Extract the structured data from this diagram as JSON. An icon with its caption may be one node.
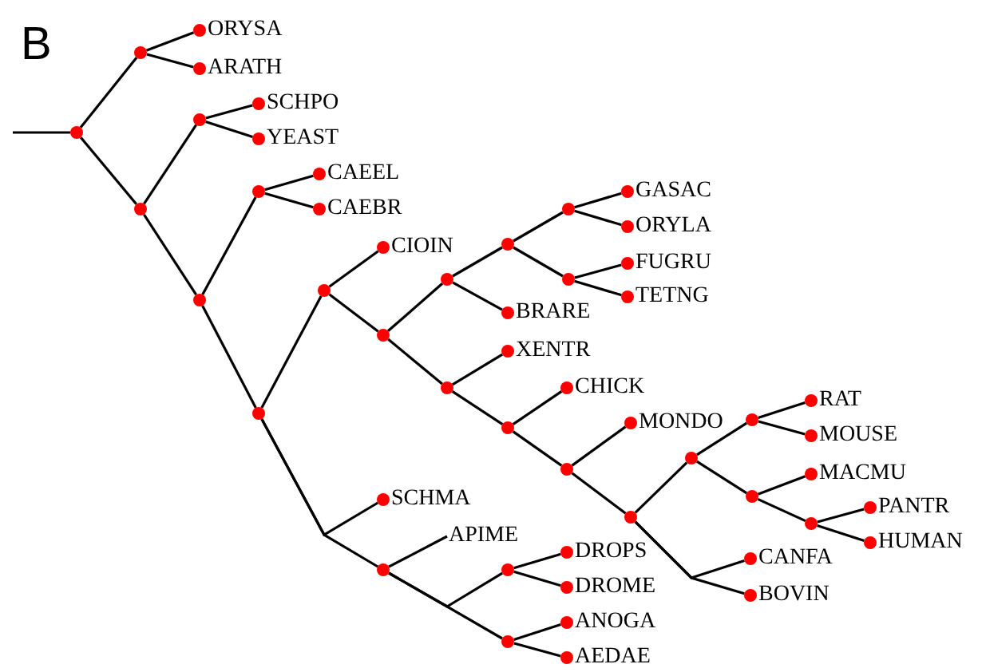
{
  "diagram": {
    "nodes": [
      {
        "text": [],
        "shape": "circle"
      },
      {
        "text": [],
        "shape": "circle"
      },
      {
        "text": [
          "ORYSA"
        ]
      },
      {
        "text": [
          "ARATH"
        ]
      },
      {
        "text": [],
        "shape": "circle"
      },
      {
        "text": [],
        "shape": "circle"
      },
      {
        "text": [
          "SCHPO"
        ]
      },
      {
        "text": [
          "YEAST"
        ]
      },
      {
        "text": [],
        "shape": "circle"
      },
      {
        "text": [],
        "shape": "circle"
      },
      {
        "text": [
          "CAEEL"
        ]
      },
      {
        "text": [
          "CAEBR"
        ]
      },
      {
        "text": [],
        "shape": "circle"
      },
      {
        "text": [],
        "shape": "circle"
      },
      {
        "text": [
          "CIOIN"
        ]
      },
      {
        "text": [],
        "shape": "circle"
      },
      {
        "text": [],
        "shape": "circle"
      },
      {
        "text": [],
        "shape": "circle"
      },
      {
        "text": [],
        "shape": "circle"
      },
      {
        "text": [
          "GASAC"
        ]
      },
      {
        "text": [
          "ORYLA"
        ]
      },
      {
        "text": [],
        "shape": "circle"
      },
      {
        "text": [
          "FUGRU"
        ]
      },
      {
        "text": [
          "TETNG"
        ]
      },
      {
        "text": [
          "BRARE"
        ]
      },
      {
        "text": [],
        "shape": "circle"
      },
      {
        "text": [
          "XENTR"
        ]
      },
      {
        "text": [],
        "shape": "circle"
      },
      {
        "text": [
          "CHICK"
        ]
      },
      {
        "text": [],
        "shape": "circle"
      },
      {
        "text": [
          "MONDO"
        ]
      },
      {
        "text": [],
        "shape": "circle"
      },
      {
        "text": [],
        "shape": "circle"
      },
      {
        "text": [],
        "shape": "circle"
      },
      {
        "text": [
          "RAT"
        ]
      },
      {
        "text": [
          "MOUSE"
        ]
      },
      {
        "text": [],
        "shape": "circle"
      },
      {
        "text": [
          "MACMU"
        ]
      },
      {
        "text": [],
        "shape": "circle"
      },
      {
        "text": [
          "PANTR"
        ]
      },
      {
        "text": [
          "HUMAN"
        ]
      },
      {
        "text": [
          "CANFA"
        ]
      },
      {
        "text": [
          "BOVIN"
        ]
      },
      {
        "text": [
          "SCHMA"
        ]
      },
      {
        "text": [],
        "shape": "circle"
      },
      {
        "text": [
          "APIME"
        ]
      },
      {
        "text": [],
        "shape": "circle"
      },
      {
        "text": [
          "DROPS"
        ]
      },
      {
        "text": [
          "DROME"
        ]
      },
      {
        "text": [],
        "shape": "circle"
      },
      {
        "text": [
          "ANOGA"
        ]
      },
      {
        "text": [
          "AEDAE"
        ]
      }
    ],
    "edges": [
      {
        "from": null,
        "to": 0,
        "arrow": "none"
      },
      {
        "from": 0,
        "to": 1,
        "arrow": "none"
      },
      {
        "from": 1,
        "to": 2,
        "arrow": "none"
      },
      {
        "from": 1,
        "to": 3,
        "arrow": "none"
      },
      {
        "from": 0,
        "to": 4,
        "arrow": "none"
      },
      {
        "from": 4,
        "to": 5,
        "arrow": "none"
      },
      {
        "from": 5,
        "to": 6,
        "arrow": "none"
      },
      {
        "from": 5,
        "to": 7,
        "arrow": "none"
      },
      {
        "from": 4,
        "to": 8,
        "arrow": "none"
      },
      {
        "from": 8,
        "to": 9,
        "arrow": "none"
      },
      {
        "from": 9,
        "to": 10,
        "arrow": "none"
      },
      {
        "from": 9,
        "to": 11,
        "arrow": "none"
      },
      {
        "from": 8,
        "to": 12,
        "arrow": "none"
      },
      {
        "from": 12,
        "to": 13,
        "arrow": "none"
      },
      {
        "from": 13,
        "to": 14,
        "arrow": "none"
      },
      {
        "from": 13,
        "to": 15,
        "arrow": "none"
      },
      {
        "from": 15,
        "to": 16,
        "arrow": "none"
      },
      {
        "from": 16,
        "to": 17,
        "arrow": "none"
      },
      {
        "from": 17,
        "to": 18,
        "arrow": "none"
      },
      {
        "from": 18,
        "to": 19,
        "arrow": "none"
      },
      {
        "from": 18,
        "to": 20,
        "arrow": "none"
      },
      {
        "from": 17,
        "to": 21,
        "arrow": "none"
      },
      {
        "from": 21,
        "to": 22,
        "arrow": "none"
      },
      {
        "from": 21,
        "to": 23,
        "arrow": "none"
      },
      {
        "from": 16,
        "to": 24,
        "arrow": "none"
      },
      {
        "from": 15,
        "to": 25,
        "arrow": "none"
      },
      {
        "from": 25,
        "to": 26,
        "arrow": "none"
      },
      {
        "from": 25,
        "to": 27,
        "arrow": "none"
      },
      {
        "from": 27,
        "to": 28,
        "arrow": "none"
      },
      {
        "from": 27,
        "to": 29,
        "arrow": "none"
      },
      {
        "from": 29,
        "to": 30,
        "arrow": "none"
      },
      {
        "from": 29,
        "to": 31,
        "arrow": "none"
      },
      {
        "from": 31,
        "to": 32,
        "arrow": "none"
      },
      {
        "from": 32,
        "to": 33,
        "arrow": "none"
      },
      {
        "from": 33,
        "to": 34,
        "arrow": "none"
      },
      {
        "from": 33,
        "to": 35,
        "arrow": "none"
      },
      {
        "from": 32,
        "to": 36,
        "arrow": "none"
      },
      {
        "from": 36,
        "to": 37,
        "arrow": "none"
      },
      {
        "from": 36,
        "to": 38,
        "arrow": "none"
      },
      {
        "from": 38,
        "to": 39,
        "arrow": "none"
      },
      {
        "from": 38,
        "to": 40,
        "arrow": "none"
      },
      {
        "from": 31,
        "to": 41,
        "arrow": "none"
      },
      {
        "from": 31,
        "to": 42,
        "arrow": "none"
      },
      {
        "from": 12,
        "to": 43,
        "arrow": "none"
      },
      {
        "from": 12,
        "to": 44,
        "arrow": "none"
      },
      {
        "from": 44,
        "to": 45,
        "arrow": "none"
      },
      {
        "from": 44,
        "to": 46,
        "arrow": "none"
      },
      {
        "from": 44,
        "to": 49,
        "arrow": "none"
      },
      {
        "from": 46,
        "to": 47,
        "arrow": "none"
      },
      {
        "from": 46,
        "to": 48,
        "arrow": "none"
      },
      {
        "from": 49,
        "to": 50,
        "arrow": "none"
      },
      {
        "from": 49,
        "to": 51,
        "arrow": "none"
      }
    ],
    "labels": [
      "B"
    ]
  }
}
